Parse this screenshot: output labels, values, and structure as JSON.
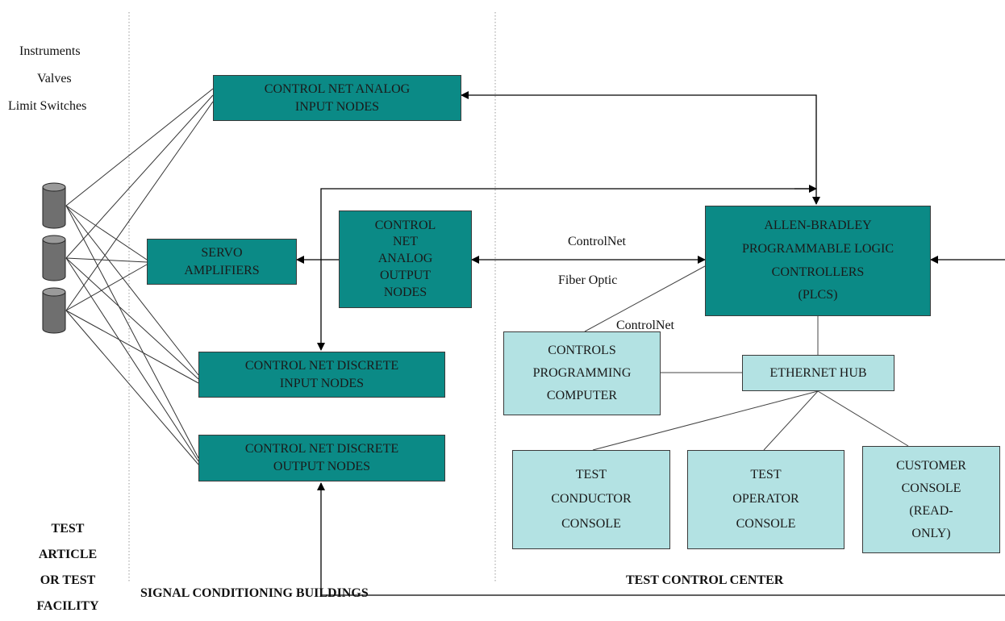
{
  "field_items": {
    "instruments": "Instruments",
    "valves": "Valves",
    "limit_switches": "Limit Switches"
  },
  "zones": {
    "test_article": "TEST\nARTICLE\nOR TEST\nFACILITY",
    "signal_conditioning": "SIGNAL CONDITIONING BUILDINGS",
    "test_control_center": "TEST CONTROL CENTER"
  },
  "nodes": {
    "analog_input": "CONTROL NET ANALOG\nINPUT NODES",
    "servo": "SERVO\nAMPLIFIERS",
    "analog_output": "CONTROL\nNET\nANALOG\nOUTPUT\nNODES",
    "discrete_input": "CONTROL NET DISCRETE\nINPUT NODES",
    "discrete_output": "CONTROL NET DISCRETE\nOUTPUT NODES",
    "plc": "ALLEN-BRADLEY\nPROGRAMMABLE LOGIC\nCONTROLLERS\n(PLCS)",
    "programming_computer": "CONTROLS\nPROGRAMMING\nCOMPUTER",
    "ethernet_hub": "ETHERNET HUB",
    "test_conductor": "TEST\nCONDUCTOR\nCONSOLE",
    "test_operator": "TEST\nOPERATOR\nCONSOLE",
    "customer_console": "CUSTOMER\nCONSOLE\n(READ-\nONLY)"
  },
  "link_labels": {
    "controlnet_main": "ControlNet",
    "fiber_optic": "Fiber Optic",
    "controlnet_computer": "ControlNet"
  },
  "colors": {
    "node_dark": "#0b8a86",
    "node_light": "#b3e2e3",
    "cylinder": "#6f6f6f"
  }
}
